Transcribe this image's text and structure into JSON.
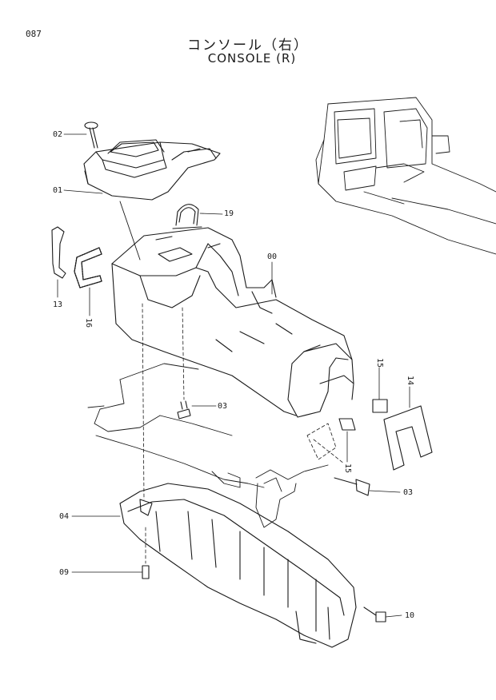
{
  "page": {
    "number": "087"
  },
  "title": {
    "jp": "コンソール（右）",
    "en": "CONSOLE (R)"
  },
  "callouts": [
    {
      "id": "02",
      "text": "02"
    },
    {
      "id": "01",
      "text": "01"
    },
    {
      "id": "19",
      "text": "19"
    },
    {
      "id": "00",
      "text": "00"
    },
    {
      "id": "13",
      "text": "13"
    },
    {
      "id": "16",
      "text": "16"
    },
    {
      "id": "03a",
      "text": "03"
    },
    {
      "id": "15a",
      "text": "15"
    },
    {
      "id": "14",
      "text": "14"
    },
    {
      "id": "15b",
      "text": "15"
    },
    {
      "id": "03b",
      "text": "03"
    },
    {
      "id": "04",
      "text": "04"
    },
    {
      "id": "09",
      "text": "09"
    },
    {
      "id": "10",
      "text": "10"
    }
  ]
}
